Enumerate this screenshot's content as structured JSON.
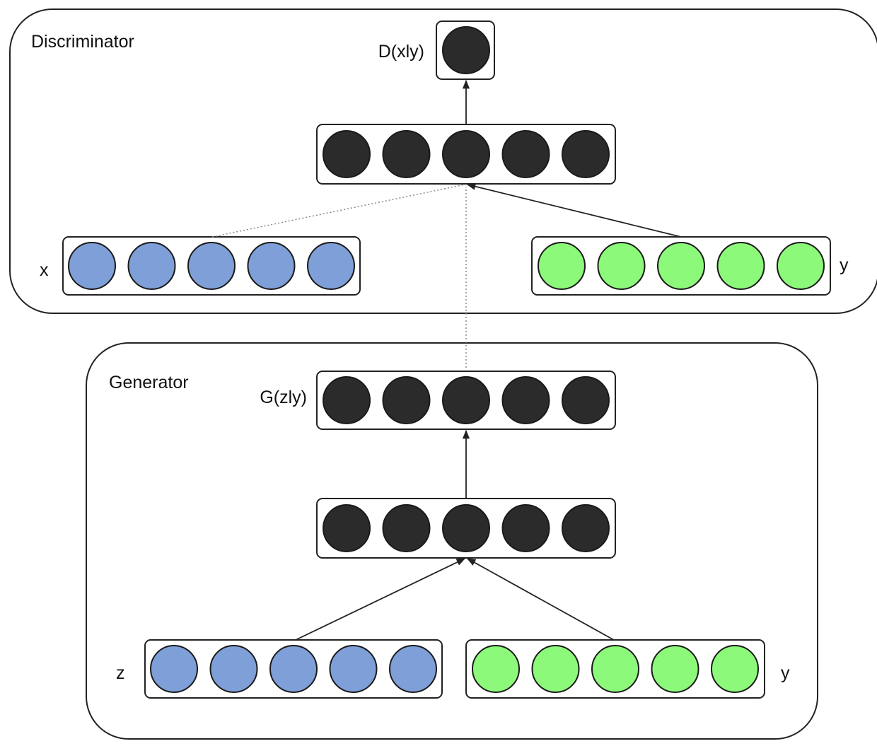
{
  "discriminator": {
    "title": "Discriminator",
    "output_label": "D(xly)",
    "x_label": "x",
    "y_label": "y"
  },
  "generator": {
    "title": "Generator",
    "output_label": "G(zly)",
    "z_label": "z",
    "y_label": "y"
  },
  "colors": {
    "hidden_node": "#2b2b2b",
    "data_node": "#7f9fd8",
    "condition_node": "#8cf97a"
  }
}
